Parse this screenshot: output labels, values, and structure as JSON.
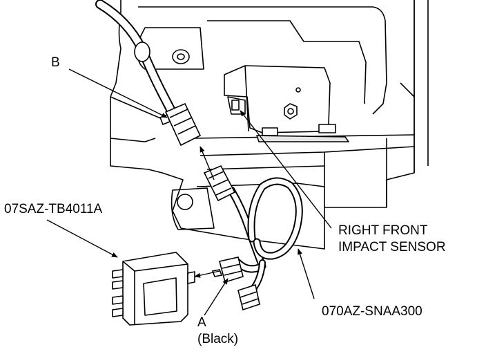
{
  "callouts": {
    "b": "B",
    "tester": "07SAZ-TB4011A",
    "sensor_line1": "RIGHT FRONT",
    "sensor_line2": "IMPACT SENSOR",
    "harness": "070AZ-SNAA300",
    "a": "A",
    "a_note": "(Black)"
  },
  "colors": {
    "ink": "#000000",
    "paper": "#ffffff",
    "shade": "#e6e6e6"
  }
}
